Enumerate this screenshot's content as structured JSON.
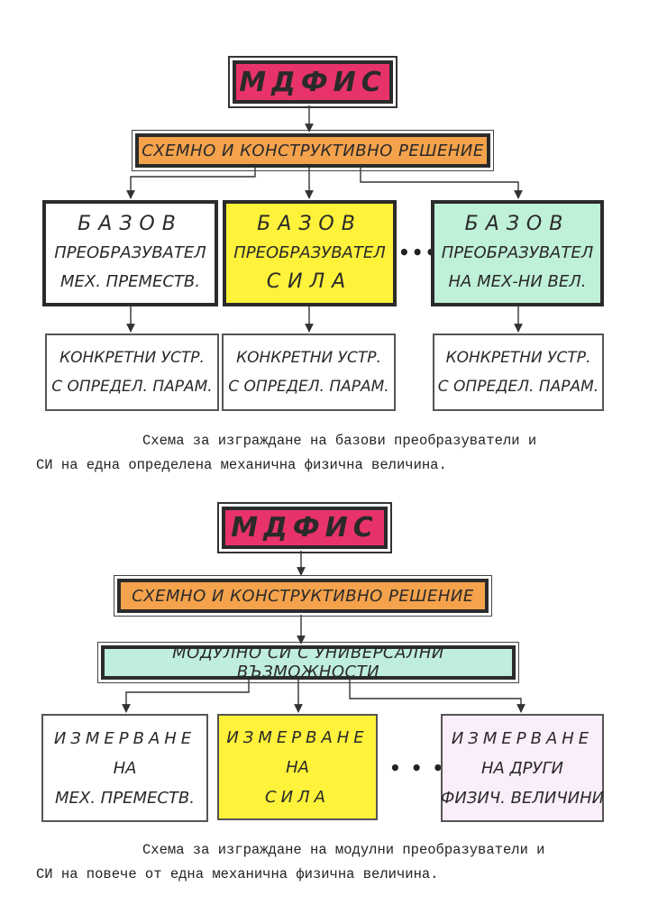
{
  "diagram1": {
    "title": "МДФИС",
    "solution": "СХЕМНО И КОНСТРУКТИВНО РЕШЕНИЕ",
    "base_boxes": [
      {
        "lines": [
          "БАЗОВ",
          "ПРЕОБРАЗУВАТЕЛ",
          "МЕХ. ПРЕМЕСТВ."
        ]
      },
      {
        "lines": [
          "БАЗОВ",
          "ПРЕОБРАЗУВАТЕЛ",
          "СИЛА"
        ]
      },
      {
        "lines": [
          "БАЗОВ",
          "ПРЕОБРАЗУВАТЕЛ",
          "НА МЕХ-НИ ВЕЛ."
        ]
      }
    ],
    "ellipsis": "•••",
    "concrete_boxes": [
      {
        "lines": [
          "КОНКРЕТНИ УСТР.",
          "С ОПРЕДЕЛ. ПАРАМ."
        ]
      },
      {
        "lines": [
          "КОНКРЕТНИ УСТР.",
          "С ОПРЕДЕЛ. ПАРАМ."
        ]
      },
      {
        "lines": [
          "КОНКРЕТНИ УСТР.",
          "С ОПРЕДЕЛ. ПАРАМ."
        ]
      }
    ],
    "caption": [
      "Схема за изграждане на базови преобразуватели и",
      "СИ на една определена механична физична величина."
    ]
  },
  "diagram2": {
    "title": "МДФИС",
    "solution": "СХЕМНО И КОНСТРУКТИВНО РЕШЕНИЕ",
    "module": "МОДУЛНО СИ С УНИВЕРСАЛНИ ВЪЗМОЖНОСТИ",
    "measure_boxes": [
      {
        "lines": [
          "ИЗМЕРВАНЕ",
          "НА",
          "МЕХ. ПРЕМЕСТВ."
        ]
      },
      {
        "lines": [
          "ИЗМЕРВАНЕ",
          "НА",
          "СИЛА"
        ]
      },
      {
        "lines": [
          "ИЗМЕРВАНЕ",
          "НА ДРУГИ",
          "ФИЗИЧ. ВЕЛИЧИНИ"
        ]
      }
    ],
    "ellipsis": "• • •",
    "caption": [
      "Схема за изграждане на модулни преобразуватели и",
      "СИ на повече от една механична физична величина."
    ]
  },
  "colors": {
    "title_fill": "#e8336a",
    "solution_fill": "#f4a24c",
    "module_fill": "#bfeedd",
    "yellow_fill": "#fff23a",
    "green_fill": "#bff0d8",
    "violet_fill": "#fbeefb",
    "white_fill": "#ffffff"
  }
}
